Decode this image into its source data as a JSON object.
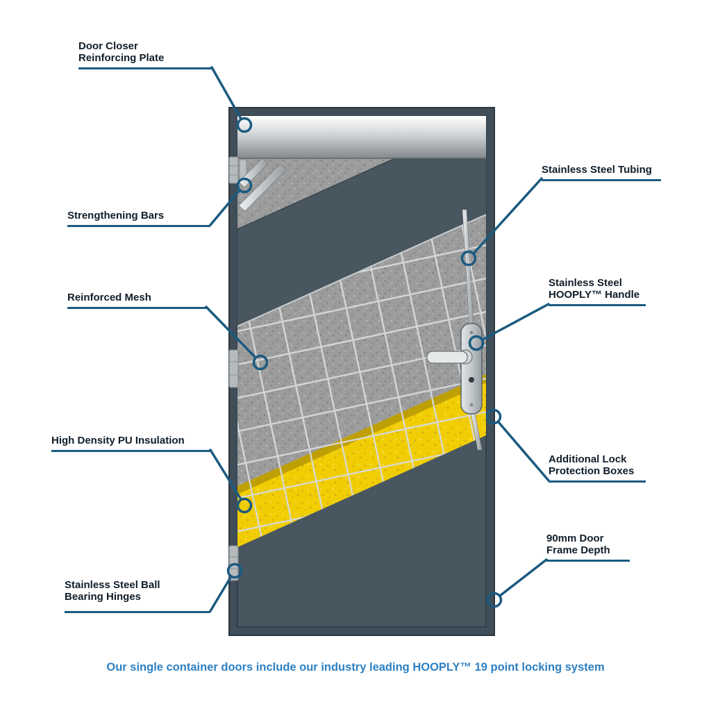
{
  "callouts": {
    "door_closer_plate": "Door Closer\nReinforcing Plate",
    "strengthening_bars": "Strengthening Bars",
    "reinforced_mesh": "Reinforced Mesh",
    "pu_insulation": "High Density PU Insulation",
    "ball_bearing_hinges": "Stainless Steel Ball\nBearing Hinges",
    "steel_tubing": "Stainless Steel Tubing",
    "hooply_handle": "Stainless Steel\nHOOPLY™ Handle",
    "lock_protection": "Additional Lock\nProtection Boxes",
    "frame_depth": "90mm Door\nFrame Depth"
  },
  "caption": "Our single container doors include our industry leading HOOPLY™ 19 point locking system",
  "colors": {
    "callout_line": "#1b5a80",
    "label_text": "#101d29",
    "caption_text": "#2d80c3",
    "door_slate": "#47565f",
    "door_frame": "#3f4e58",
    "insulation_yellow": "#f1ce04",
    "steel_gray": "#c9cdd0",
    "mesh_silver": "#d7dadc"
  }
}
